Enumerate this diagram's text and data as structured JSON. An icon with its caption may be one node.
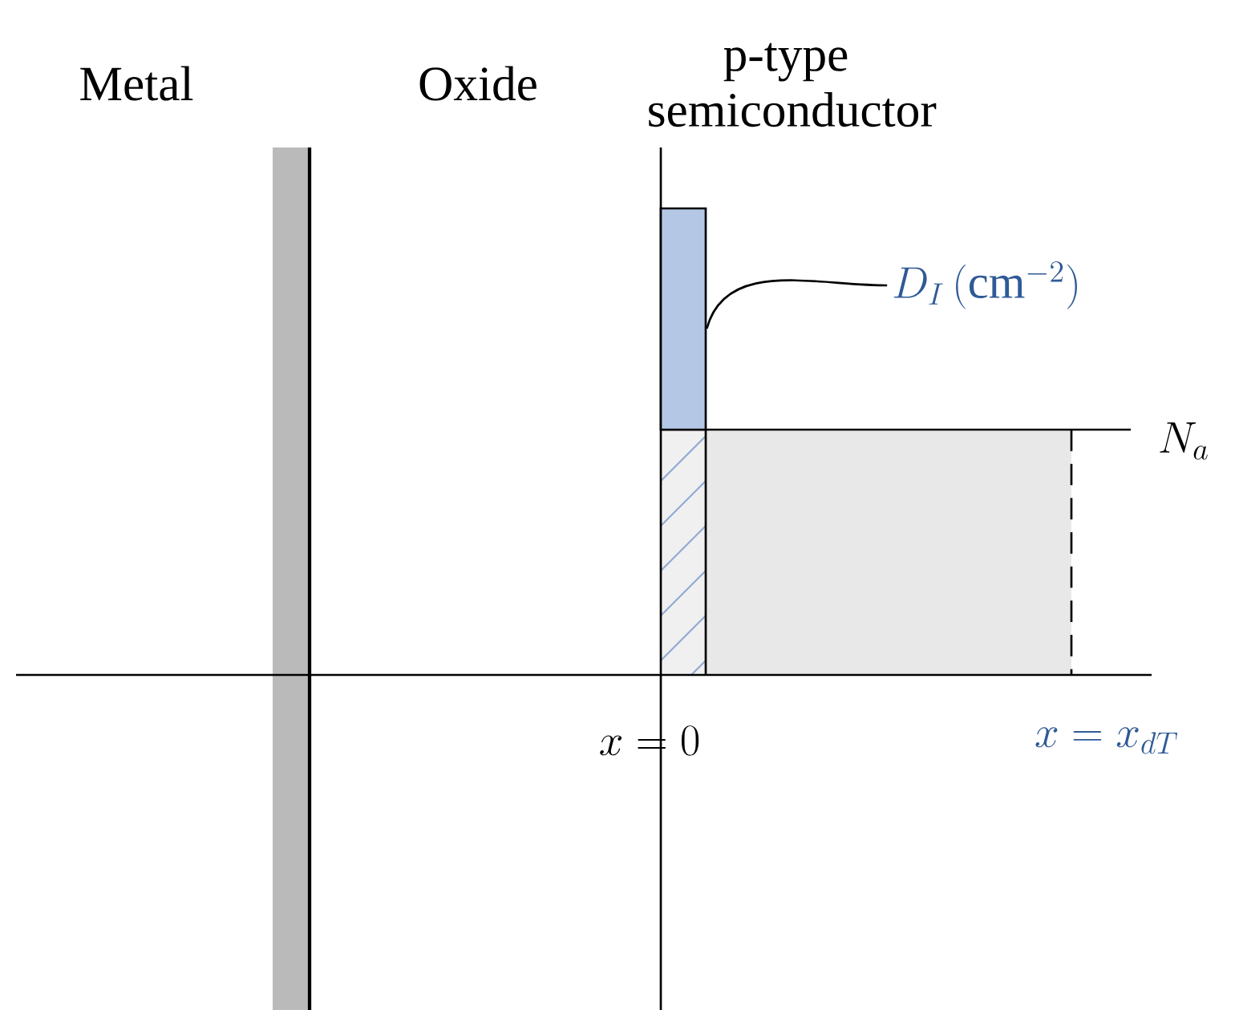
{
  "diagram": {
    "nodes": [
      {
        "text": [
          "D_I\\,(\\mathrm{cm}^{-2})"
        ]
      },
      {
        "text": [],
        "shape": "bar"
      }
    ],
    "edges": [
      {
        "from": 0,
        "to": 1,
        "arrow": "none"
      }
    ],
    "labels": [
      "Metal",
      "Oxide",
      "p-type semiconductor",
      "N_a",
      "x = 0",
      "x = x_{dT}"
    ]
  }
}
